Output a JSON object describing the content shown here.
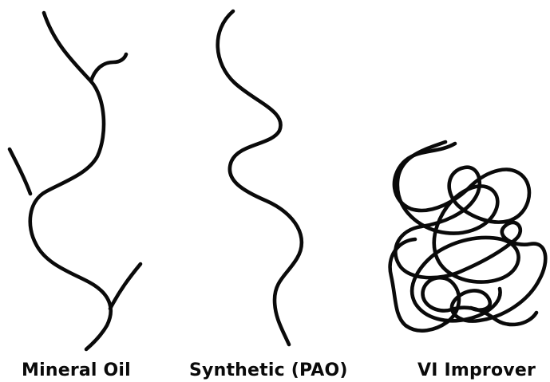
{
  "molecules": [
    {
      "id": "mineral",
      "label": "Mineral Oil",
      "shape": "branched-chain"
    },
    {
      "id": "synthetic",
      "label": "Synthetic (PAO)",
      "shape": "linear-chain"
    },
    {
      "id": "vi",
      "label": "VI Improver",
      "shape": "coiled-polymer"
    }
  ],
  "colors": {
    "stroke": "#0a0a0a",
    "text": "#0a0a0a",
    "background": "#ffffff"
  }
}
